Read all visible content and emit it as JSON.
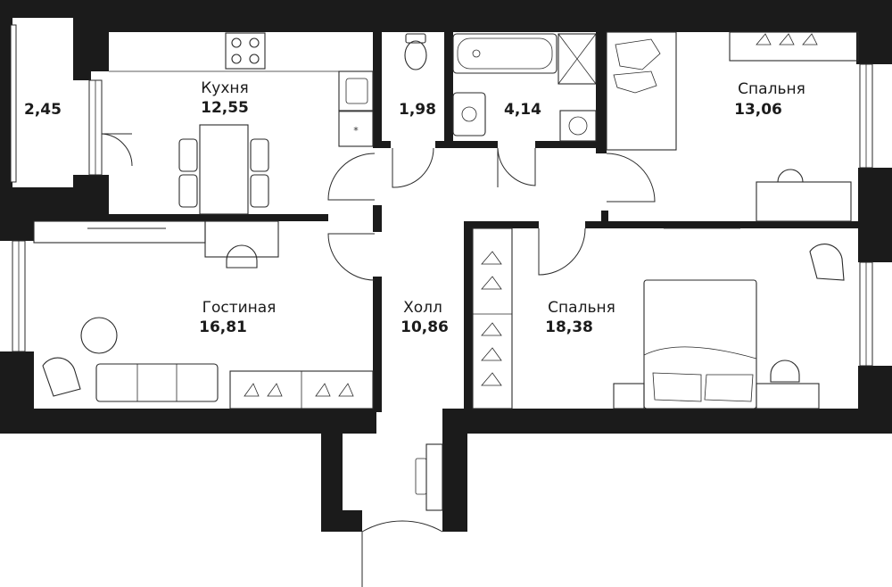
{
  "rooms": {
    "balcony": {
      "area": "2,45"
    },
    "kitchen": {
      "name": "Кухня",
      "area": "12,55"
    },
    "wc": {
      "area": "1,98"
    },
    "bathroom": {
      "area": "4,14"
    },
    "bedroom_small": {
      "name": "Спальня",
      "area": "13,06"
    },
    "living": {
      "name": "Гостиная",
      "area": "16,81"
    },
    "hall": {
      "name": "Холл",
      "area": "10,86"
    },
    "bedroom_large": {
      "name": "Спальня",
      "area": "18,38"
    }
  },
  "colors": {
    "wall": "#1b1b1b",
    "line": "#2a2a2a",
    "background": "#ffffff"
  }
}
